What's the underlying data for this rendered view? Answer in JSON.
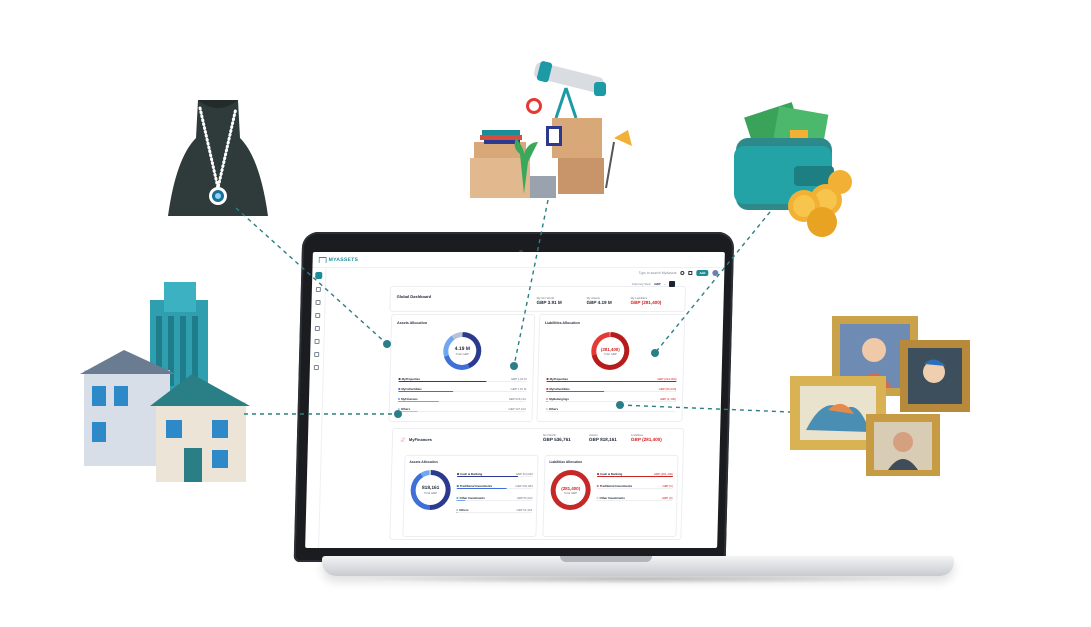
{
  "app": {
    "logo": "MYASSETS"
  },
  "topbar": {
    "search_placeholder": "Type to search MyAssets",
    "add_label": "Add"
  },
  "dashboard": {
    "title": "Global Dashboard",
    "currency_label": "Currency View:",
    "currency_value": "GBP",
    "net_worth": {
      "label": "My Net Worth",
      "value": "GBP 3.91 M"
    },
    "assets": {
      "label": "My Assets",
      "value": "GBP 4.19 M"
    },
    "liabilities": {
      "label": "My Liabilities",
      "value": "GBP (281,400)"
    }
  },
  "assets_allocation": {
    "title": "Assets Allocation",
    "center_value": "4.19 M",
    "center_label": "Total GBP",
    "items": [
      {
        "label": "MyProperties",
        "value": "GBP 1.82 M",
        "color": "#2b3a8f",
        "share": 0.43
      },
      {
        "label": "MyCollectibles",
        "value": "GBP 1.15 M",
        "color": "#3f6fd8",
        "share": 0.27
      },
      {
        "label": "MyFinances",
        "value": "GBP 818,161",
        "color": "#6fa8f0",
        "share": 0.2
      },
      {
        "label": "Others",
        "value": "GBP 427,100",
        "color": "#b9c3d6",
        "share": 0.1
      }
    ]
  },
  "liabilities_allocation": {
    "title": "Liabilities Allocation",
    "center_value": "(281,400)",
    "center_label": "Total GBP",
    "items": [
      {
        "label": "MyProperties",
        "value": "GBP (201,000)",
        "color": "#b71c1c",
        "share": 0.71
      },
      {
        "label": "MyCollectibles",
        "value": "GBP (80,000)",
        "color": "#e53935",
        "share": 0.28
      },
      {
        "label": "MyBelongings",
        "value": "GBP (1,400)",
        "color": "#ef9a9a",
        "share": 0.01
      },
      {
        "label": "Others",
        "value": "",
        "color": "#f3c6c6",
        "share": 0.0
      }
    ]
  },
  "myfinances": {
    "title": "MyFinances",
    "net_worth": {
      "label": "Net Worth",
      "value": "GBP 536,761"
    },
    "assets": {
      "label": "Assets",
      "value": "GBP 818,161"
    },
    "liabilities": {
      "label": "Liabilities",
      "value": "GBP (281,400)"
    },
    "assets_allocation": {
      "title": "Assets Allocation",
      "center_value": "818,161",
      "center_label": "Total GBP",
      "items": [
        {
          "label": "Cash & Banking",
          "value": "GBP 410,810",
          "color": "#2b3a8f",
          "share": 0.5
        },
        {
          "label": "Traditional Investments",
          "value": "GBP 332,983",
          "color": "#3f6fd8",
          "share": 0.41
        },
        {
          "label": "Other Investments",
          "value": "GBP 56,000",
          "color": "#6fa8f0",
          "share": 0.07
        },
        {
          "label": "Others",
          "value": "GBP 51,363",
          "color": "#b9c3d6",
          "share": 0.02
        }
      ]
    },
    "liabilities_allocation": {
      "title": "Liabilities Allocation",
      "center_value": "(281,400)",
      "center_label": "Total GBP",
      "items": [
        {
          "label": "Cash & Banking",
          "value": "GBP (281,400)",
          "color": "#c62828",
          "share": 1.0
        },
        {
          "label": "Traditional Investments",
          "value": "GBP (0)",
          "color": "#e57373",
          "share": 0.0
        },
        {
          "label": "Other Investments",
          "value": "GBP (0)",
          "color": "#f3c6c6",
          "share": 0.0
        }
      ]
    }
  },
  "colors": {
    "accent": "#1c8d96",
    "connector": "#2a7f86"
  }
}
